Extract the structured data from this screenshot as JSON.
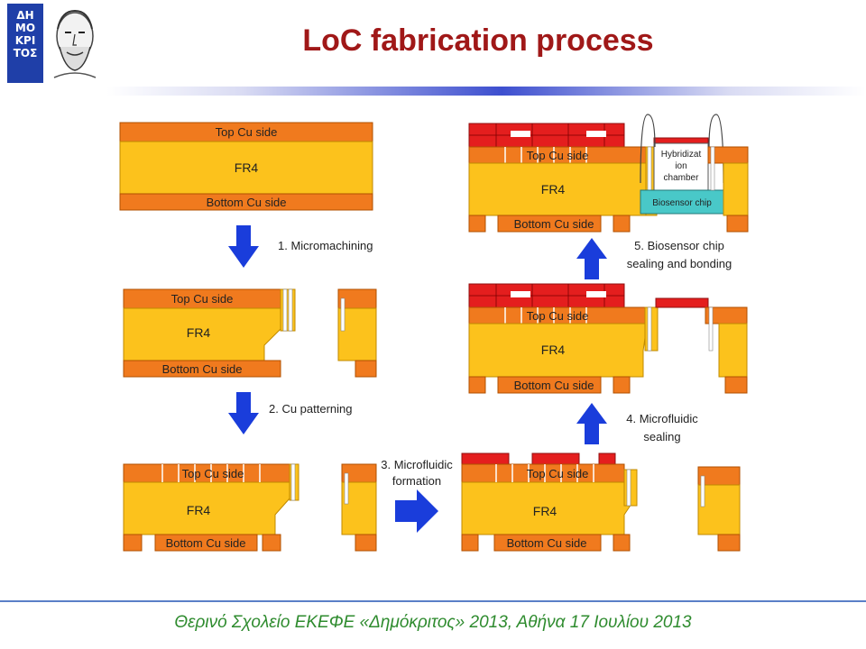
{
  "header": {
    "title": "LoC fabrication process",
    "logo_letters": [
      "ΔΗ",
      "ΜΟ",
      "ΚΡΙ",
      "ΤΟΣ"
    ]
  },
  "labels": {
    "top_cu": "Top Cu side",
    "bottom_cu": "Bottom Cu side",
    "fr4": "FR4",
    "hybridization_1": "Hybridizat",
    "hybridization_2": "ion",
    "hybridization_3": "chamber",
    "biosensor_chip": "Biosensor chip"
  },
  "steps": {
    "s1": "1. Micromachining",
    "s2": "2. Cu patterning",
    "s3_line1": "3. Microfluidic",
    "s3_line2": "formation",
    "s4_line1": "4. Microfluidic",
    "s4_line2": "sealing",
    "s5_line1": "5. Biosensor chip",
    "s5_line2": "sealing and bonding"
  },
  "colors": {
    "copper": "#f07a1e",
    "fr4": "#fcc21c",
    "seal": "#e41e1e",
    "chip": "#49c8c8",
    "arrow": "#1a3ddb",
    "title": "#a01818",
    "footer": "#2e8b2e"
  },
  "footer": {
    "text": "Θερινό Σχολείο ΕΚΕΦΕ «Δημόκριτος» 2013, Αθήνα 17 Ιουλίου 2013"
  }
}
